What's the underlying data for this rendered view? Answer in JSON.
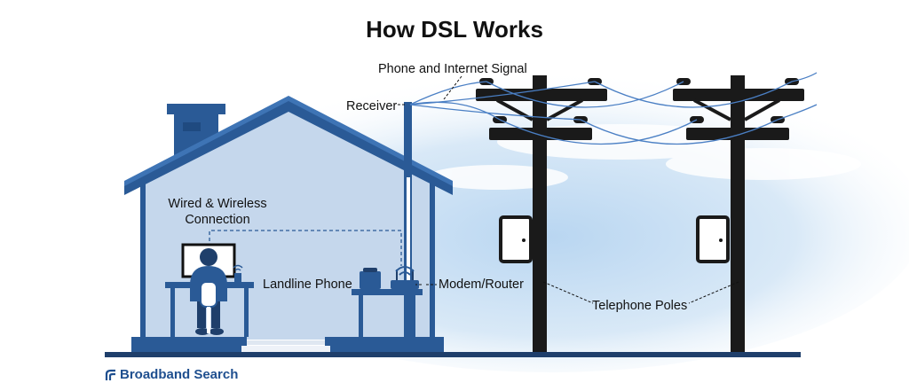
{
  "title": "How DSL Works",
  "labels": {
    "signal": "Phone and Internet Signal",
    "receiver": "Receiver",
    "connection_line1": "Wired & Wireless",
    "connection_line2": "Connection",
    "landline": "Landline Phone",
    "modem": "Modem/Router",
    "poles": "Telephone Poles"
  },
  "brand": {
    "name": "Broadband Search"
  },
  "colors": {
    "house_dark": "#2a5a96",
    "house_wall": "#c5d7ec",
    "wire": "#4a7fc4",
    "pole": "#1a1a1a",
    "sky": "#cfe3f5",
    "ground": "#1f3f6b",
    "brand": "#1f4f8f"
  }
}
